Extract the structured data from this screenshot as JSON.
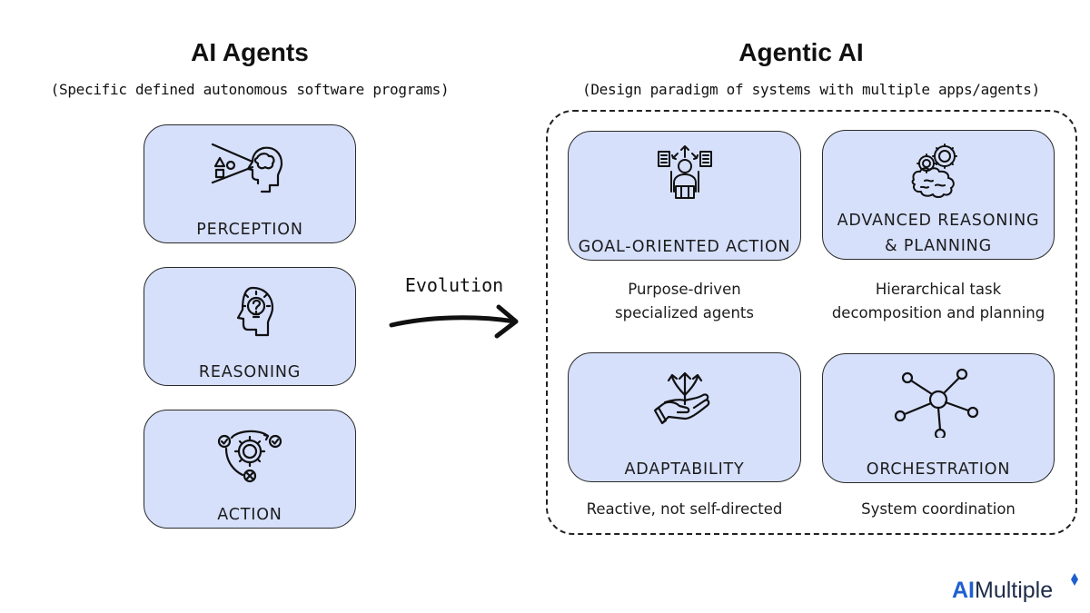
{
  "left": {
    "title": "AI Agents",
    "subtitle": "(Specific defined autonomous software programs)",
    "cards": [
      {
        "label": "PERCEPTION",
        "icon": "perception-head-icon"
      },
      {
        "label": "REASONING",
        "icon": "lightbulb-head-icon"
      },
      {
        "label": "ACTION",
        "icon": "gear-action-icon"
      }
    ]
  },
  "arrow": {
    "label": "Evolution"
  },
  "right": {
    "title": "Agentic AI",
    "subtitle": "(Design paradigm of systems with multiple apps/agents)",
    "cards": [
      {
        "label": "GOAL-ORIENTED ACTION",
        "caption_line1": "Purpose-driven",
        "caption_line2": "specialized agents",
        "icon": "decision-person-icon"
      },
      {
        "label_line1": "ADVANCED REASONING",
        "label_line2": "& PLANNING",
        "caption_line1": "Hierarchical task",
        "caption_line2": "decomposition and planning",
        "icon": "brain-gears-icon"
      },
      {
        "label": "ADAPTABILITY",
        "caption": "Reactive, not self-directed",
        "icon": "adaptability-hand-icon"
      },
      {
        "label": "ORCHESTRATION",
        "caption": "System coordination",
        "icon": "network-hub-icon"
      }
    ]
  },
  "brand": {
    "ai": "AI",
    "rest": "Multiple"
  },
  "colors": {
    "card_fill": "#d6e0fb",
    "stroke": "#222222",
    "brand_blue": "#1e5fd0"
  }
}
